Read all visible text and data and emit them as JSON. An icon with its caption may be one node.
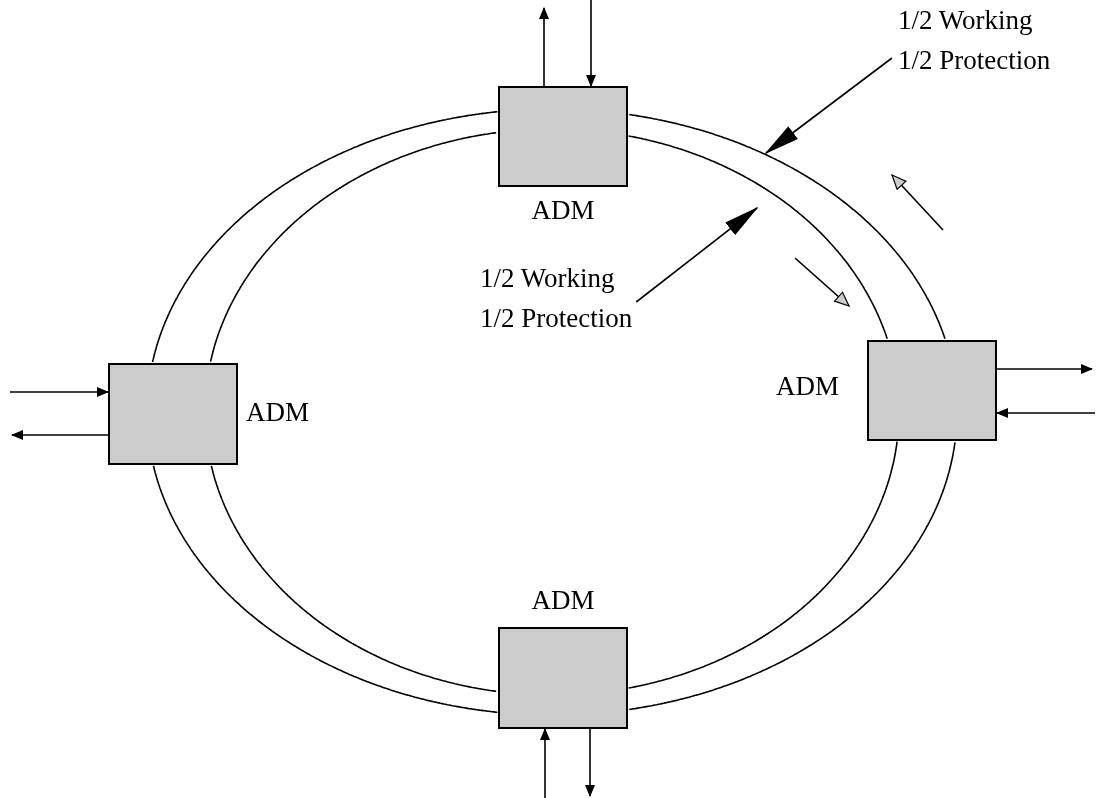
{
  "diagram": {
    "nodes": [
      {
        "text": [
          "ADM"
        ]
      },
      {
        "text": [
          "ADM"
        ]
      },
      {
        "text": [
          "ADM"
        ]
      },
      {
        "text": [
          "ADM"
        ]
      },
      {
        "text": [
          "1/2 Working",
          "1/2 Protection"
        ]
      },
      {
        "text": [
          "1/2 Working",
          "1/2 Protection"
        ]
      }
    ],
    "edges": [
      {
        "from": 0,
        "to": 1,
        "arrow": "none"
      },
      {
        "from": 0,
        "to": 1,
        "arrow": "none"
      },
      {
        "from": 1,
        "to": 2,
        "arrow": "none"
      },
      {
        "from": 1,
        "to": 2,
        "arrow": "none"
      },
      {
        "from": 2,
        "to": 3,
        "arrow": "none"
      },
      {
        "from": 2,
        "to": 3,
        "arrow": "none"
      },
      {
        "from": 3,
        "to": 0,
        "arrow": "none"
      },
      {
        "from": 3,
        "to": 0,
        "arrow": "none"
      },
      {
        "from": 0,
        "to": null,
        "arrow": "to"
      },
      {
        "from": null,
        "to": 0,
        "arrow": "to"
      },
      {
        "from": 1,
        "to": null,
        "arrow": "to"
      },
      {
        "from": null,
        "to": 1,
        "arrow": "to"
      },
      {
        "from": null,
        "to": 3,
        "arrow": "to"
      },
      {
        "from": 3,
        "to": null,
        "arrow": "to"
      },
      {
        "from": null,
        "to": 2,
        "arrow": "to"
      },
      {
        "from": 2,
        "to": null,
        "arrow": "to"
      },
      {
        "from": 4,
        "to": null,
        "arrow": "to"
      },
      {
        "from": 5,
        "to": null,
        "arrow": "to"
      }
    ]
  }
}
